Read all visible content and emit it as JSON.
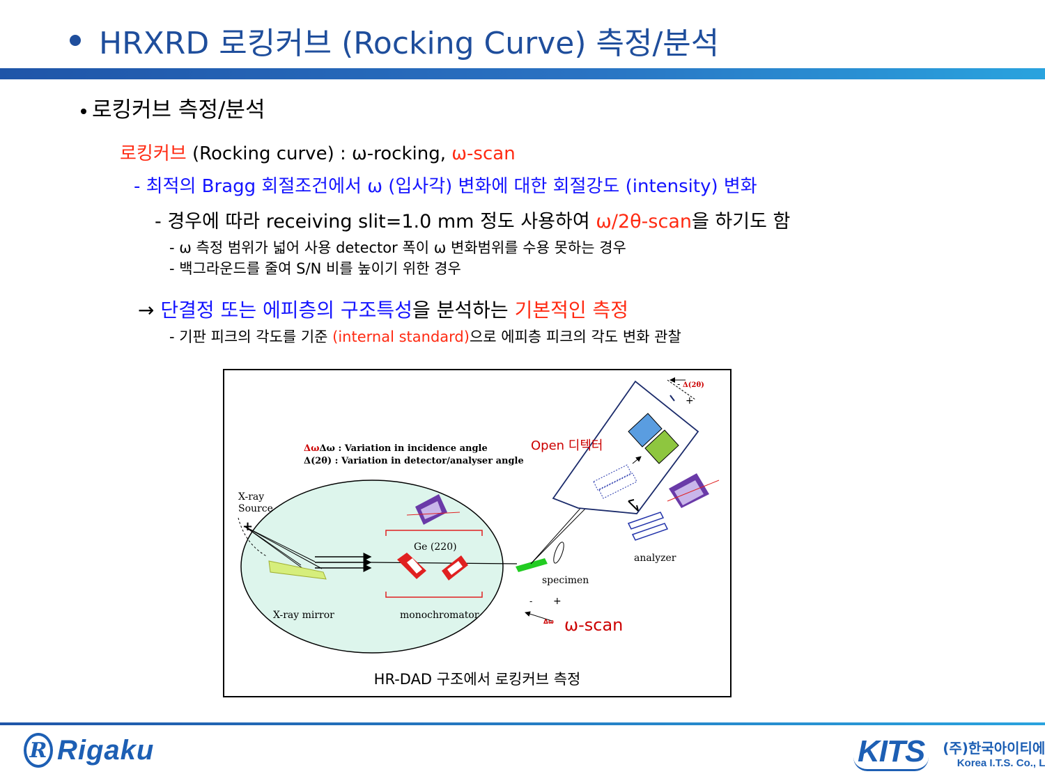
{
  "header": {
    "title": "HRXRD 로킹커브 (Rocking Curve) 측정/분석",
    "bar_color": "#1f55a8"
  },
  "section": {
    "heading": "로킹커브 측정/분석"
  },
  "definition": {
    "term": "로킹커브",
    "rest": " (Rocking curve) : ω-rocking, ",
    "scan": "ω-scan"
  },
  "sub1": {
    "text": "- 최적의 Bragg 회절조건에서 ω (입사각) 변화에 대한 회절강도 (intensity) 변화"
  },
  "sub2": {
    "prefix": "- 경우에 따라 receiving slit=1.0 mm 정도 사용하여 ",
    "scan": "ω/2θ-scan",
    "suffix": "을 하기도 함"
  },
  "sub3": {
    "text": "- ω 측정 범위가 넓어 사용 detector 폭이 ω 변화범위를 수용 못하는 경우"
  },
  "sub4": {
    "text": "- 백그라운드를 줄여 S/N 비를 높이기 위한 경우"
  },
  "conclusion": {
    "arrow": "→ ",
    "blue": "단결정 또는 에피층의 구조특성",
    "mid": "을 분석하는 ",
    "red": "기본적인 측정"
  },
  "sub5": {
    "prefix": "- 기판 피크의 각도를 기준 ",
    "red": "(internal standard)",
    "suffix": "으로 에피층 피크의 각도 변화 관찰"
  },
  "figure": {
    "legend_1": "Δω : Variation in incidence angle",
    "legend_2": "Δ(2θ) : Variation in detector/analyser angle",
    "open_detector": "Open 디텍터",
    "xray_source_1": "X-ray",
    "xray_source_2": "Source",
    "ge": "Ge (220)",
    "xray_mirror": "X-ray mirror",
    "monochromator": "monochromator",
    "specimen": "specimen",
    "analyzer": "analyzer",
    "delta_2theta": "Δ(2θ)",
    "delta_omega": "Δω",
    "omega_scan": "ω-scan",
    "caption": "HR-DAD 구조에서 로킹커브 측정"
  },
  "footer": {
    "rigaku_letter": "R",
    "rigaku": "Rigaku",
    "kits": "KITS",
    "kits_korean": "(주)한국아이티에스",
    "kits_english": "Korea I.T.S. Co., Ltd."
  }
}
